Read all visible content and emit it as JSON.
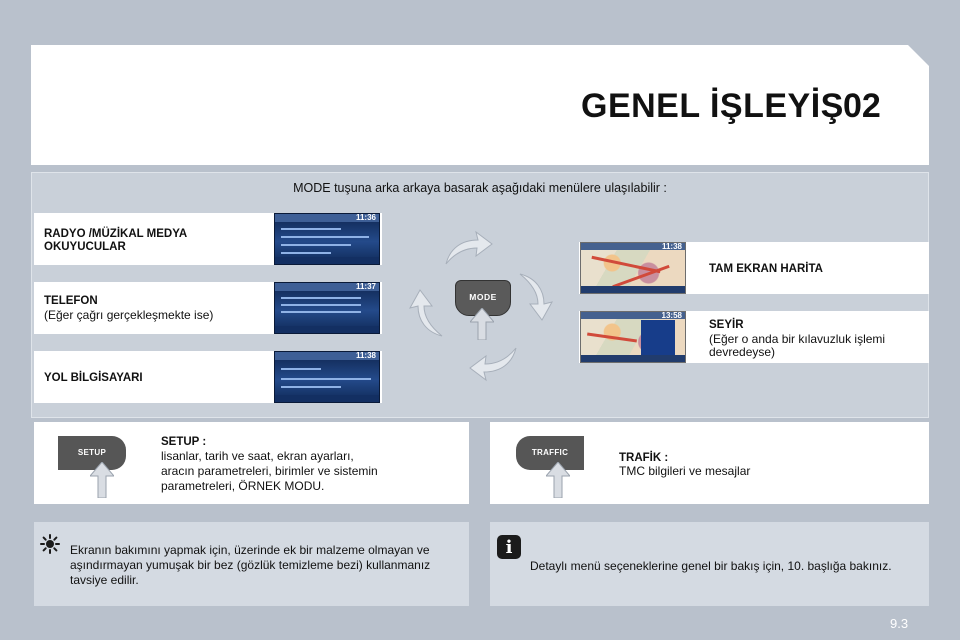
{
  "header": {
    "title": "GENEL İŞLEYİŞ",
    "chapter": "02"
  },
  "intro": "MODE tuşuna arka arkaya basarak aşağıdaki menülere ulaşılabilir :",
  "menus_left": [
    {
      "label_line1": "RADYO /MÜZİKAL MEDYA",
      "label_line2": "OKUYUCULAR",
      "sub": "",
      "screen_time": "11:36"
    },
    {
      "label_line1": "TELEFON",
      "label_line2": "",
      "sub": "(Eğer çağrı gerçekleşmekte ise)",
      "screen_time": "11:37"
    },
    {
      "label_line1": "YOL BİLGİSAYARI",
      "label_line2": "",
      "sub": "",
      "screen_time": "11:38"
    }
  ],
  "menus_right": [
    {
      "label": "TAM EKRAN HARİTA",
      "sub_line1": "",
      "sub_line2": "",
      "screen_time": "11:38"
    },
    {
      "label": "SEYİR",
      "sub_line1": "(Eğer o anda bir kılavuzluk işlemi",
      "sub_line2": "devredeyse)",
      "screen_time": "13:58"
    }
  ],
  "mode_button": "MODE",
  "setup": {
    "button": "SETUP",
    "title": "SETUP :",
    "lines": [
      "lisanlar, tarih ve saat, ekran ayarları,",
      "aracın parametreleri, birimler ve sistemin",
      "parametreleri, ÖRNEK MODU."
    ]
  },
  "traffic": {
    "button": "TRAFFIC",
    "title": "TRAFİK :",
    "text": "TMC bilgileri ve mesajlar"
  },
  "note_left": {
    "icon": "sun-icon",
    "lines": [
      "Ekranın bakımını yapmak için, üzerinde ek bir malzeme olmayan ve",
      "aşındırmayan yumuşak bir bez (gözlük temizleme bezi) kullanmanız",
      "tavsiye edilir."
    ]
  },
  "note_right": {
    "icon": "info-icon",
    "icon_glyph": "i",
    "text": "Detaylı menü seçeneklerine genel bir bakış için, 10. başlığa bakınız."
  },
  "page_number": "9.3",
  "colors": {
    "background": "#b9c1cc",
    "panel": "#c9d0d9",
    "note": "#d4dae2",
    "screen": "#244a8a",
    "arrow": "#d9dde3"
  }
}
